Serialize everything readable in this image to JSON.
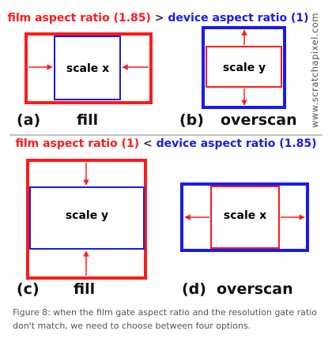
{
  "header_top": {
    "film": "film aspect ratio (1.85)",
    "op": ">",
    "device": "device aspect ratio (1)"
  },
  "header_bottom": {
    "film": "film aspect ratio (1)",
    "op": "<",
    "device": "device aspect ratio (1.85)"
  },
  "panels": {
    "a": {
      "letter": "(a)",
      "mode": "fill",
      "inner_label": "scale x"
    },
    "b": {
      "letter": "(b)",
      "mode": "overscan",
      "inner_label": "scale y"
    },
    "c": {
      "letter": "(c)",
      "mode": "fill",
      "inner_label": "scale y"
    },
    "d": {
      "letter": "(d)",
      "mode": "overscan",
      "inner_label": "scale x"
    }
  },
  "watermark": "www.scratchapixel.com",
  "caption": "Figure 8: when the film gate aspect ratio and the resolution gate ratio don't match, we need to choose between four options.",
  "colors": {
    "film": "#ff1a1a",
    "device": "#1a1aee",
    "divider": "#888888"
  }
}
